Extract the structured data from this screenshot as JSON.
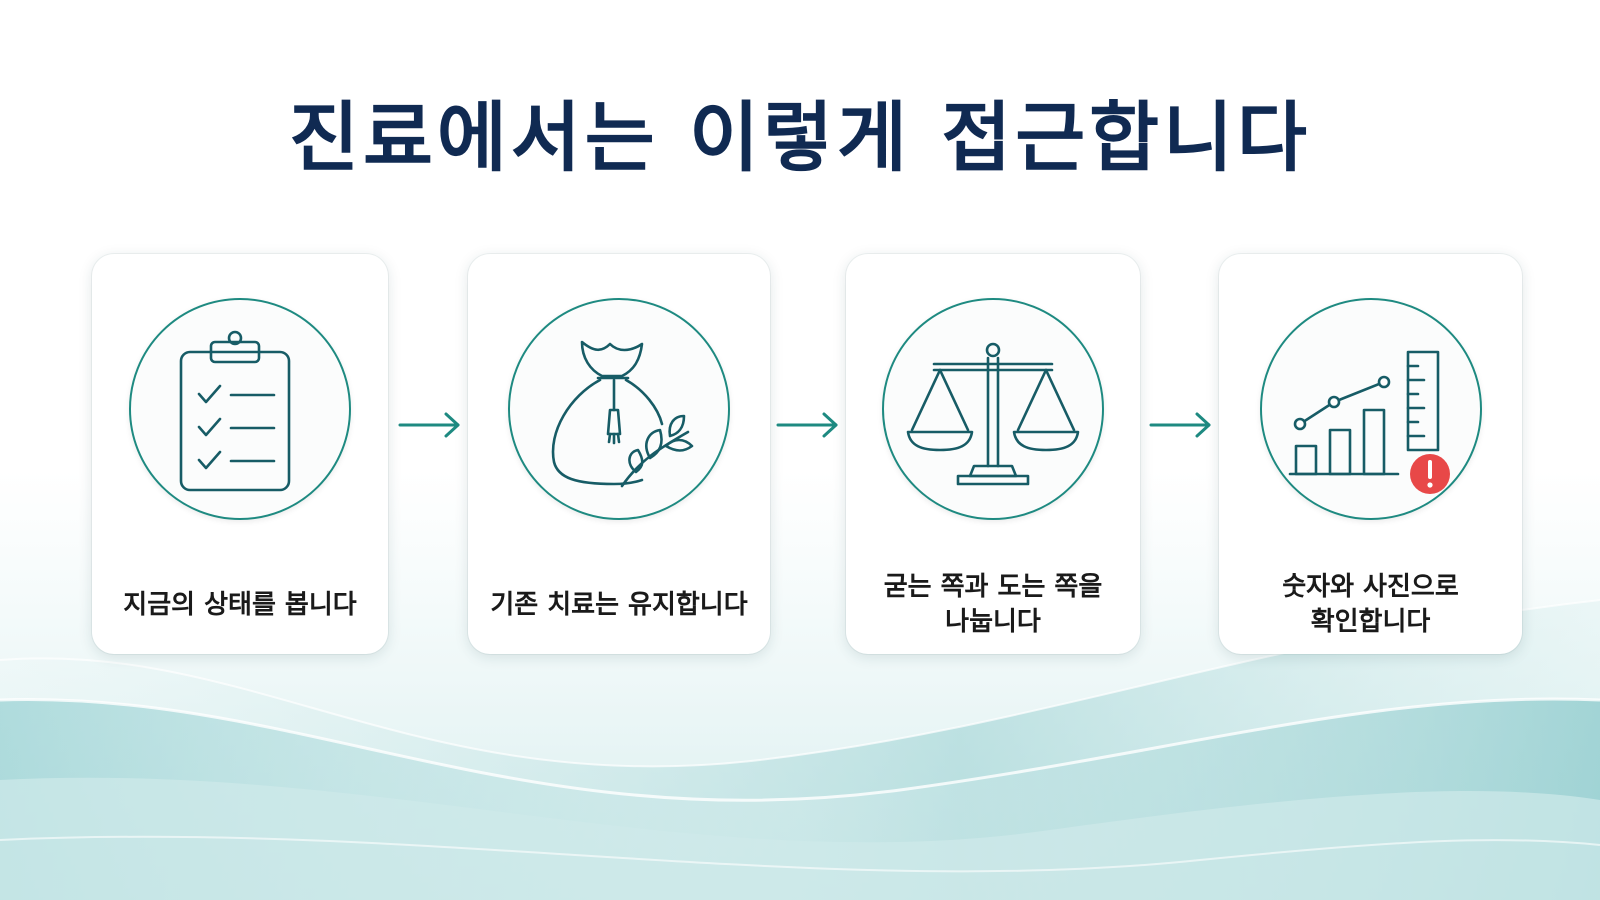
{
  "title": "진료에서는 이렇게 접근합니다",
  "colors": {
    "title": "#102a52",
    "accent": "#1e8a81",
    "alert": "#e84848",
    "wave": "#7fc4c6"
  },
  "steps": [
    {
      "icon": "clipboard-checklist-icon",
      "lines": [
        "지금의 상태를 봅니다"
      ]
    },
    {
      "icon": "herbal-pouch-icon",
      "lines": [
        "기존 치료는 유지합니다"
      ]
    },
    {
      "icon": "balance-scale-icon",
      "lines": [
        "굳는 쪽과 도는 쪽을",
        "나눕니다"
      ]
    },
    {
      "icon": "bar-chart-ruler-alert-icon",
      "lines": [
        "숫자와 사진으로",
        "확인합니다"
      ]
    }
  ]
}
